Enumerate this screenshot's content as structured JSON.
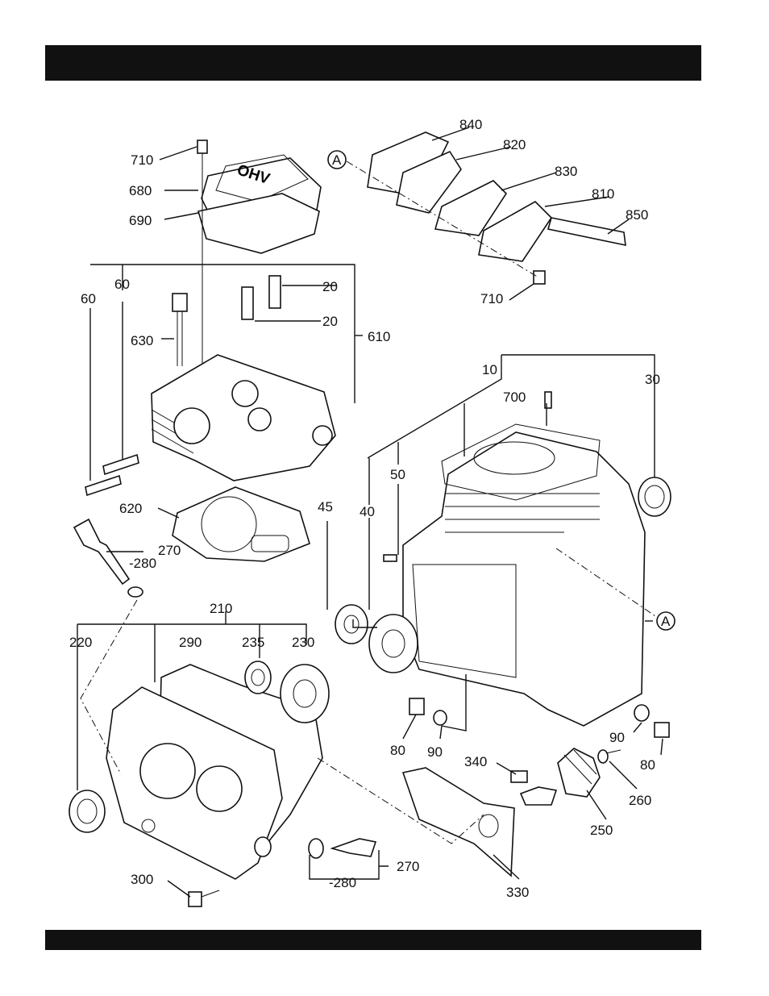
{
  "labels": {
    "l710a": "710",
    "l680": "680",
    "l690": "690",
    "l840": "840",
    "l820": "820",
    "l830": "830",
    "l810": "810",
    "l850": "850",
    "l710b": "710",
    "lA1": "A",
    "lA2": "A",
    "l60a": "60",
    "l60b": "60",
    "l20a": "20",
    "l20b": "20",
    "l610": "610",
    "l630": "630",
    "l10": "10",
    "l30": "30",
    "l700": "700",
    "l50": "50",
    "l40": "40",
    "l45": "45",
    "l620": "620",
    "l270a": "270",
    "l280a": "-280",
    "l210": "210",
    "l220": "220",
    "l290": "290",
    "l235": "235",
    "l230": "230",
    "l80a": "80",
    "l90a": "90",
    "l340": "340",
    "l90b": "90",
    "l80b": "80",
    "l260": "260",
    "l250": "250",
    "l270b": "270",
    "l280b": "-280",
    "l300": "300",
    "l330": "330"
  }
}
